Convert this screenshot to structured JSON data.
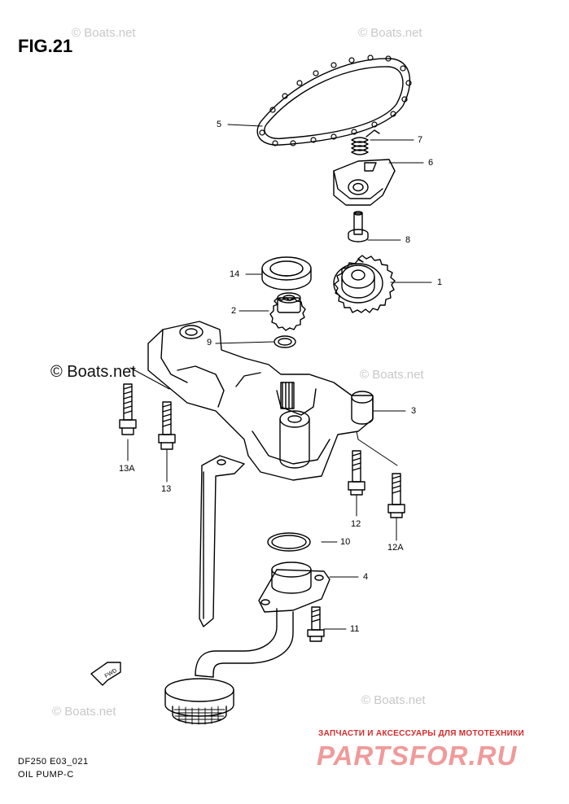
{
  "figure": {
    "title": "FIG.21",
    "code": "DF250 E03_021",
    "name": "OIL PUMP-C"
  },
  "watermark": "© Boats.net",
  "shop": {
    "tagline": "ЗАПЧАСТИ И АКСЕССУАРЫ ДЛЯ МОТОТЕХНИКИ",
    "logo": "PARTSFOR.RU"
  },
  "fwd_label": "FWD",
  "callouts": {
    "c1": "1",
    "c2": "2",
    "c3": "3",
    "c4": "4",
    "c5": "5",
    "c6": "6",
    "c7": "7",
    "c8": "8",
    "c9": "9",
    "c10": "10",
    "c11": "11",
    "c12": "12",
    "c12a": "12A",
    "c13": "13",
    "c13a": "13A",
    "c14": "14"
  },
  "colors": {
    "line": "#000000",
    "watermark": "#c8c8c8",
    "shop_red": "#d42a2a"
  }
}
